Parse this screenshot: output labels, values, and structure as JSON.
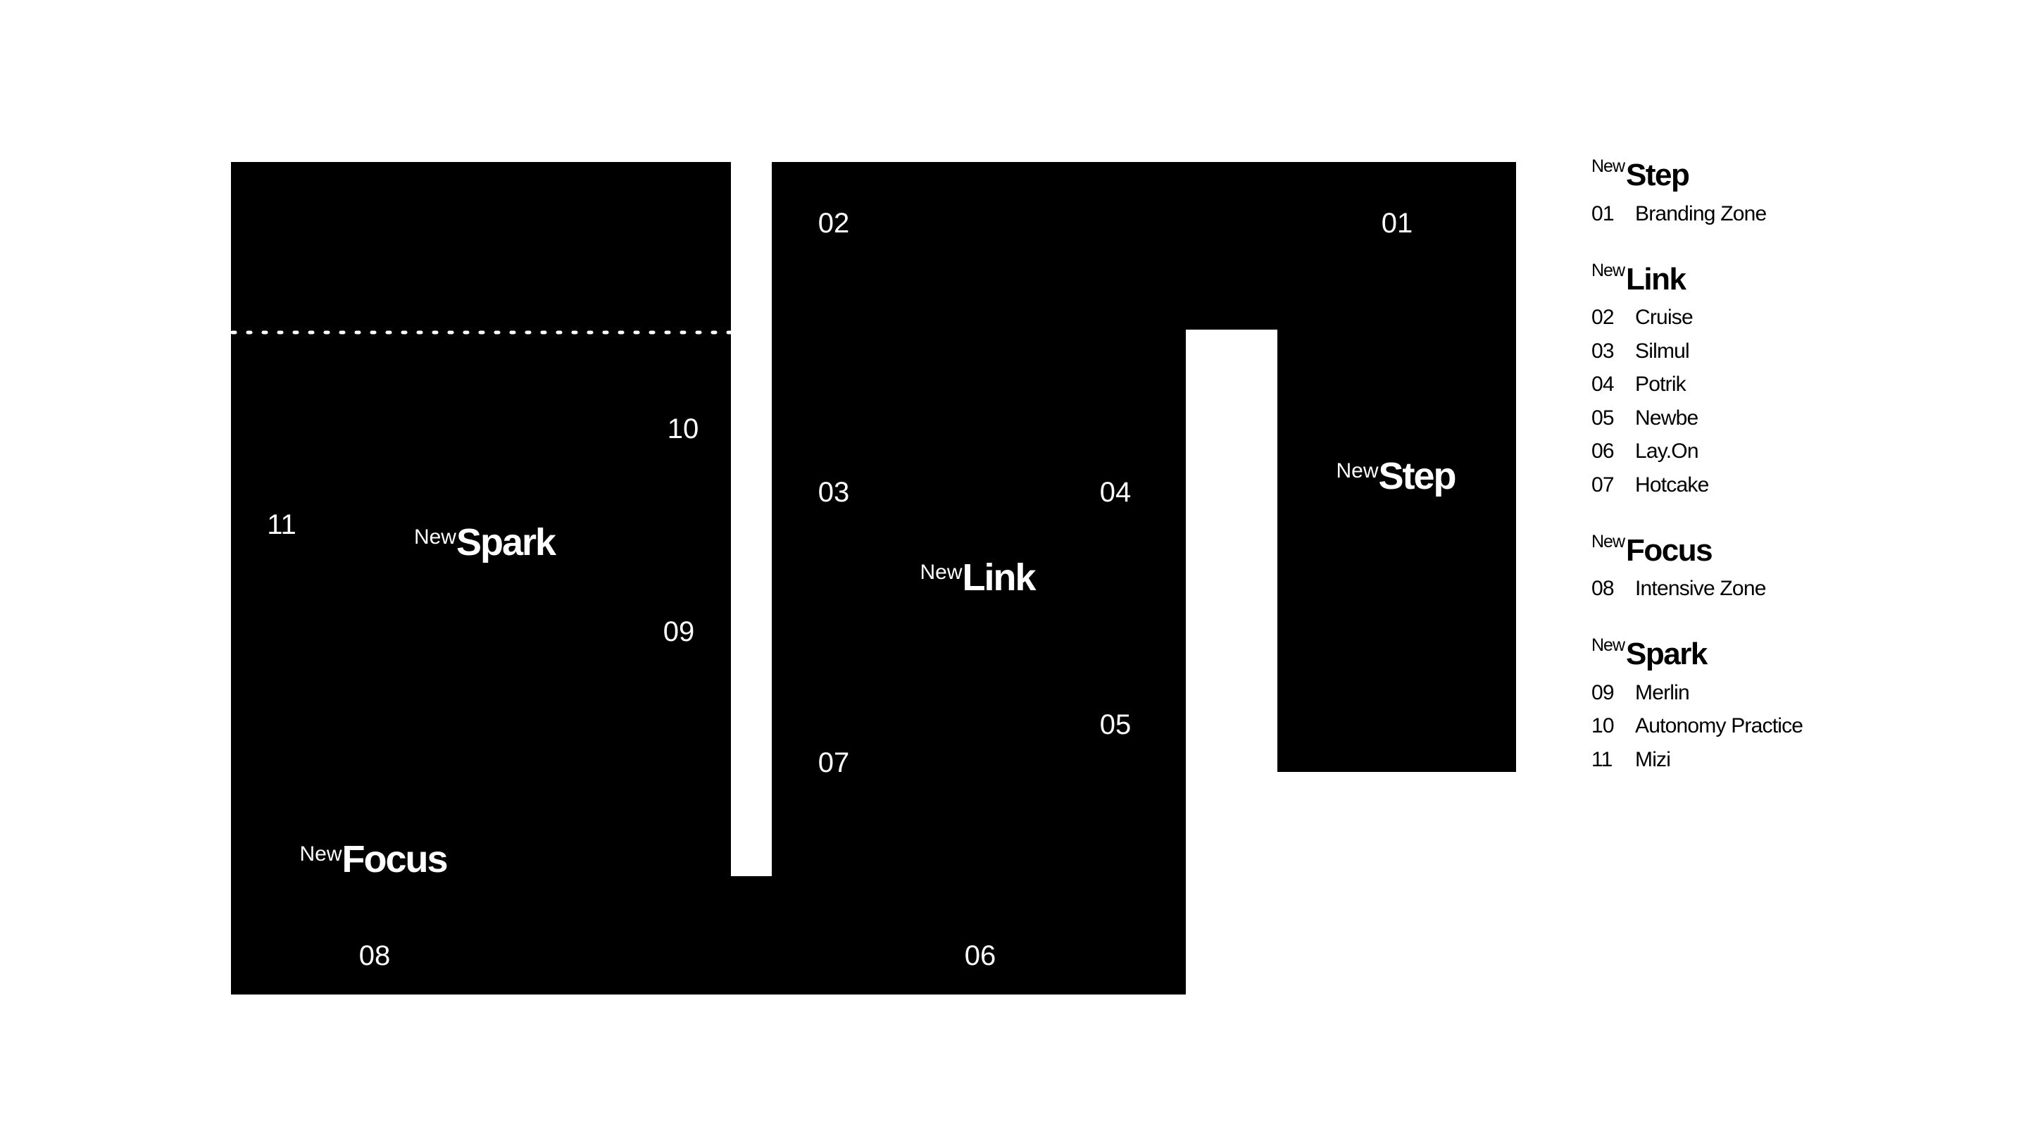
{
  "zone_prefix": "New",
  "zones": [
    {
      "id": "step",
      "prefix": "New",
      "name": "Step"
    },
    {
      "id": "link",
      "prefix": "New",
      "name": "Link"
    },
    {
      "id": "focus",
      "prefix": "New",
      "name": "Focus"
    },
    {
      "id": "spark",
      "prefix": "New",
      "name": "Spark"
    }
  ],
  "map_numbers": [
    "01",
    "02",
    "03",
    "04",
    "05",
    "06",
    "07",
    "08",
    "09",
    "10",
    "11"
  ],
  "legend": [
    {
      "prefix": "New",
      "name": "Step",
      "items": [
        {
          "num": "01",
          "label": "Branding Zone"
        }
      ]
    },
    {
      "prefix": "New",
      "name": "Link",
      "items": [
        {
          "num": "02",
          "label": "Cruise"
        },
        {
          "num": "03",
          "label": "Silmul"
        },
        {
          "num": "04",
          "label": "Potrik"
        },
        {
          "num": "05",
          "label": "Newbe"
        },
        {
          "num": "06",
          "label": "Lay.On"
        },
        {
          "num": "07",
          "label": "Hotcake"
        }
      ]
    },
    {
      "prefix": "New",
      "name": "Focus",
      "items": [
        {
          "num": "08",
          "label": "Intensive Zone"
        }
      ]
    },
    {
      "prefix": "New",
      "name": "Spark",
      "items": [
        {
          "num": "09",
          "label": "Merlin"
        },
        {
          "num": "10",
          "label": "Autonomy Practice"
        },
        {
          "num": "11",
          "label": "Mizi"
        }
      ]
    }
  ],
  "colors": {
    "floor": "#000000",
    "background": "#ffffff",
    "label": "#ffffff",
    "divider": "#ffffff"
  }
}
